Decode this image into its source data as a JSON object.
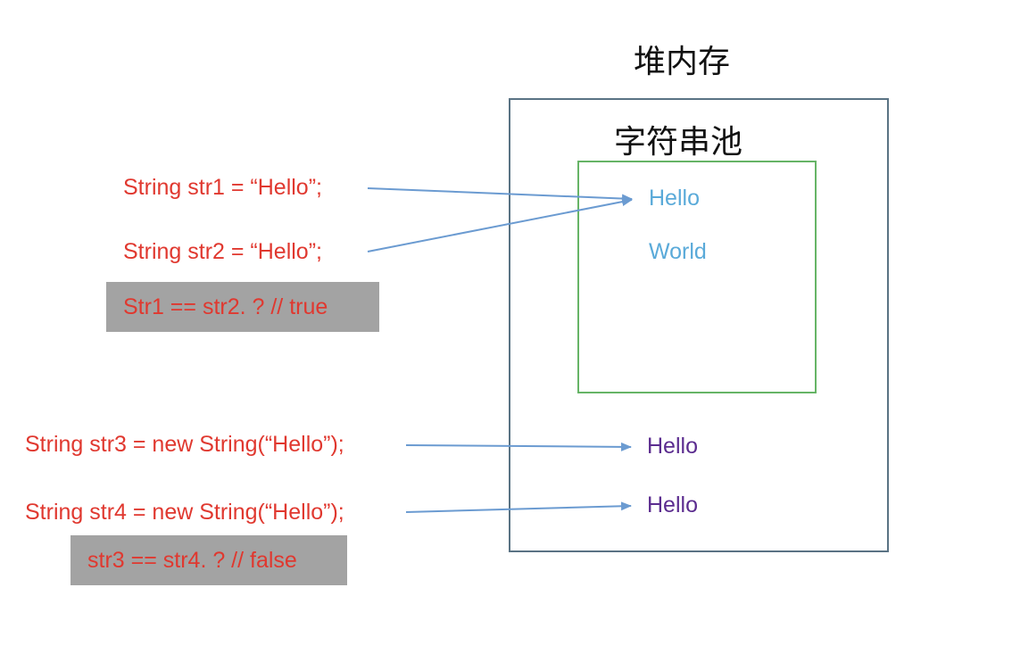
{
  "heap": {
    "title": "堆内存"
  },
  "pool": {
    "title": "字符串池",
    "strings": [
      "Hello",
      "World"
    ]
  },
  "heap_strings": [
    "Hello",
    "Hello"
  ],
  "code": {
    "str1": "String str1 = “Hello”;",
    "str2": "String str2 = “Hello”;",
    "cmp1": "Str1 == str2. ?  // true",
    "str3": "String str3 = new String(“Hello”);",
    "str4": "String str4 = new String(“Hello”);",
    "cmp2": "str3 == str4. ?  // false"
  },
  "colors": {
    "code": "#e0382f",
    "pool_string": "#5aaad9",
    "heap_string": "#5b2c8f",
    "arrow": "#6b9bd1",
    "heap_border": "#5a7384",
    "pool_border": "#66b466",
    "compare_bg": "#a3a3a3"
  }
}
